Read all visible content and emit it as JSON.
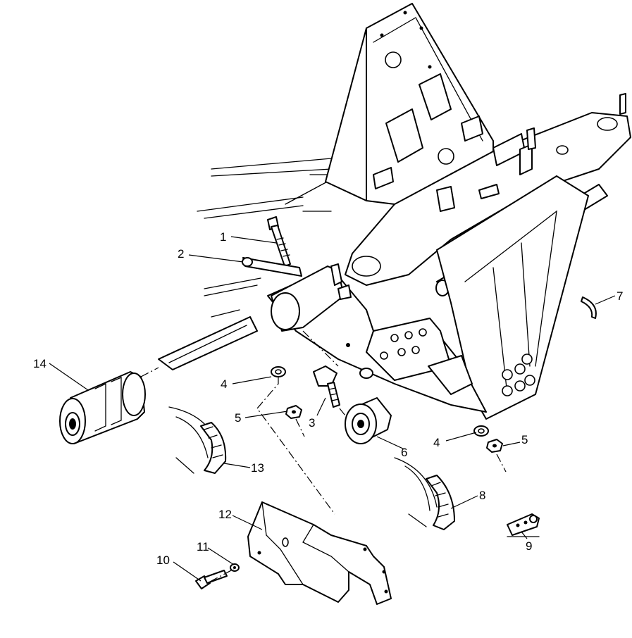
{
  "callouts": [
    {
      "id": "c1",
      "label": "1"
    },
    {
      "id": "c2",
      "label": "2"
    },
    {
      "id": "c3",
      "label": "3"
    },
    {
      "id": "c4a",
      "label": "4"
    },
    {
      "id": "c4b",
      "label": "4"
    },
    {
      "id": "c5a",
      "label": "5"
    },
    {
      "id": "c5b",
      "label": "5"
    },
    {
      "id": "c6",
      "label": "6"
    },
    {
      "id": "c7",
      "label": "7"
    },
    {
      "id": "c8",
      "label": "8"
    },
    {
      "id": "c9",
      "label": "9"
    },
    {
      "id": "c10",
      "label": "10"
    },
    {
      "id": "c11",
      "label": "11"
    },
    {
      "id": "c12",
      "label": "12"
    },
    {
      "id": "c13",
      "label": "13"
    },
    {
      "id": "c14",
      "label": "14"
    }
  ]
}
